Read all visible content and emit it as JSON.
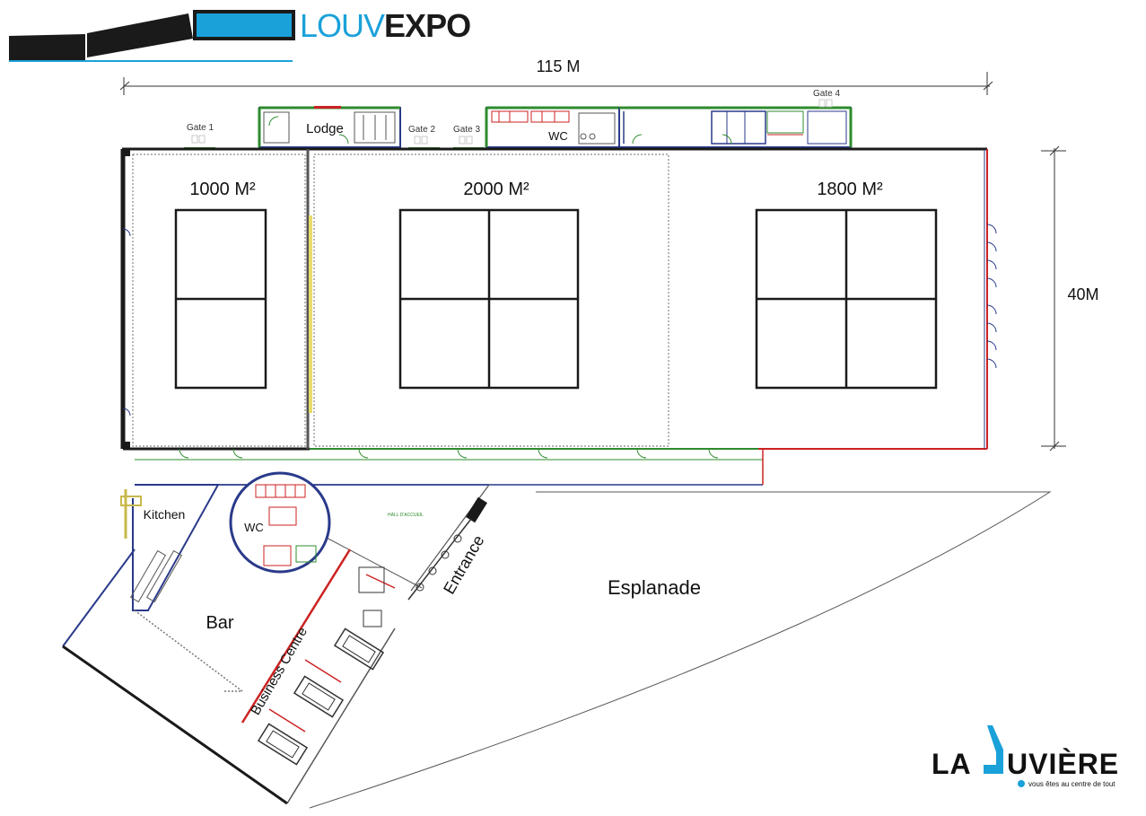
{
  "header": {
    "logo_louv": "LOUV",
    "logo_expo": "EXPO"
  },
  "dimensions": {
    "width_label": "115 M",
    "height_label": "40M"
  },
  "halls": [
    {
      "id": "hall-1",
      "area_label": "1000 M²"
    },
    {
      "id": "hall-2",
      "area_label": "2000 M²"
    },
    {
      "id": "hall-3",
      "area_label": "1800 M²"
    }
  ],
  "gates": [
    "Gate 1",
    "Gate 2",
    "Gate 3",
    "Gate 4"
  ],
  "areas": {
    "lodge": "Lodge",
    "wc_top": "WC",
    "wc_round": "WC",
    "kitchen": "Kitchen",
    "bar": "Bar",
    "business_centre": "Business Centre",
    "entrance": "Entrance",
    "esplanade": "Esplanade",
    "hall_accueil": "HALL D'ACCUEIL"
  },
  "footer_logo": {
    "name_left": "LA ",
    "name_right": "UVIÈRE",
    "tagline": "vous êtes au centre de tout"
  },
  "colors": {
    "brand_blue": "#1ba1d9",
    "wall_dark": "#1a1a1a",
    "wall_green": "#2e8b2e",
    "wall_red": "#cc2222",
    "wall_navy": "#2a3a8a"
  }
}
